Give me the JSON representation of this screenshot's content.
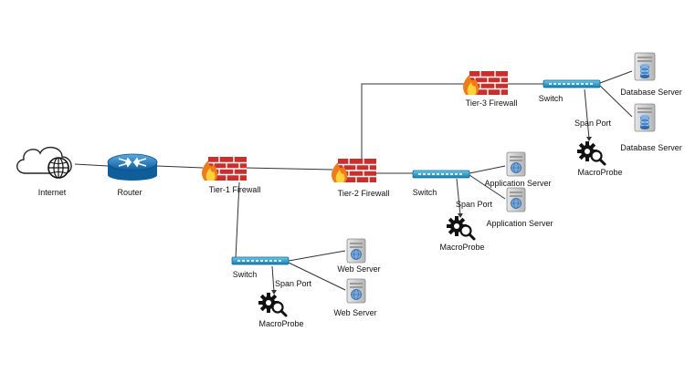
{
  "nodes": {
    "internet": "Internet",
    "router": "Router",
    "tier1_firewall": "Tier-1 Firewall",
    "tier2_firewall": "Tier-2 Firewall",
    "tier3_firewall": "Tier-3 Firewall",
    "switch_web": "Switch",
    "switch_app": "Switch",
    "switch_db": "Switch",
    "web_server_1": "Web Server",
    "web_server_2": "Web Server",
    "app_server_1": "Application Server",
    "app_server_2": "Application Server",
    "db_server_1": "Database Server",
    "db_server_2": "Database Server",
    "probe_web": "MacroProbe",
    "probe_app": "MacroProbe",
    "probe_db": "MacroProbe"
  },
  "links": {
    "span_web": "Span Port",
    "span_app": "Span Port",
    "span_db": "Span Port"
  },
  "icons": {
    "cloud": "cloud-globe-icon",
    "router": "router-icon",
    "firewall": "firewall-icon",
    "switch": "switch-icon",
    "server": "server-icon",
    "database_server": "database-server-icon",
    "probe": "gear-magnifier-icon"
  },
  "colors": {
    "router": "#1a74b8",
    "firewall_brick": "#c9302c",
    "flame": "#f5a623",
    "switch": "#1c8fc4",
    "line": "#333333"
  }
}
